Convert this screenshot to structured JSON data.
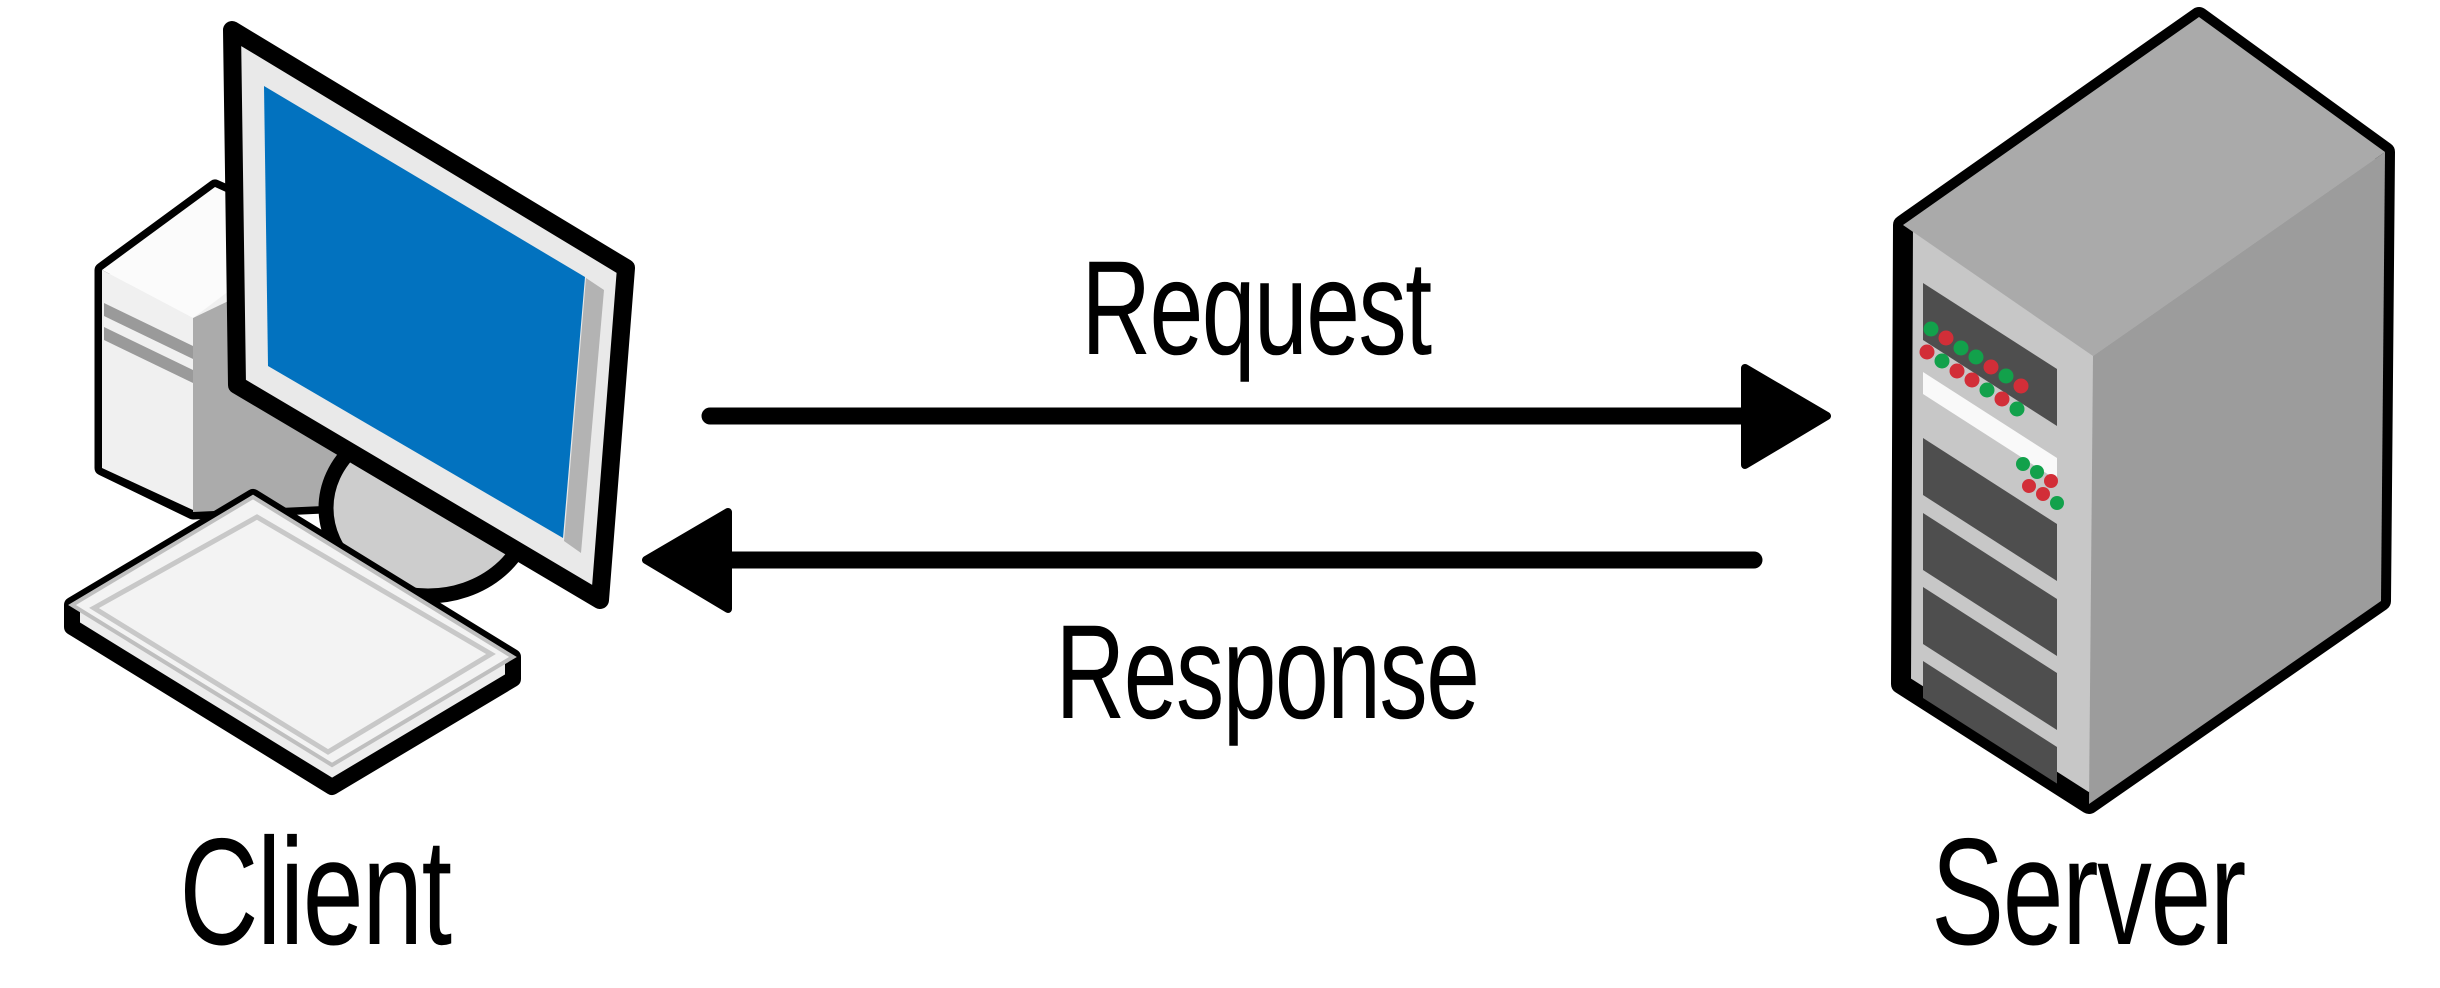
{
  "colors": {
    "background": "#FFFFFF",
    "outline": "#000000",
    "label_text": "#000000",
    "screen_blue": "#0272BF",
    "device_light": "#F0F0F0",
    "bezel_light": "#E9E9E9",
    "bezel_shade": "#B3B3B3",
    "keyboard_light": "#F3F3F3",
    "keyboard_side": "#EDEDED",
    "stand_gray": "#CDCDCD",
    "tower_side": "#ABABAB",
    "tower_stripe": "#9A9A9A",
    "server_front": "#C7C7C7",
    "server_top": "#AAAAAA",
    "server_side": "#9C9C9C",
    "server_slot": "#4E4E4E",
    "server_stripe": "#F9F9F9",
    "led_green": "#12A14B",
    "led_red": "#D22E38"
  },
  "nodes": {
    "client": {
      "label": "Client",
      "icon": "desktop-computer-icon"
    },
    "server": {
      "label": "Server",
      "icon": "server-tower-icon"
    }
  },
  "arrows": {
    "request": {
      "label": "Request",
      "from": "Client",
      "to": "Server",
      "direction": "right"
    },
    "response": {
      "label": "Response",
      "from": "Server",
      "to": "Client",
      "direction": "left"
    }
  }
}
